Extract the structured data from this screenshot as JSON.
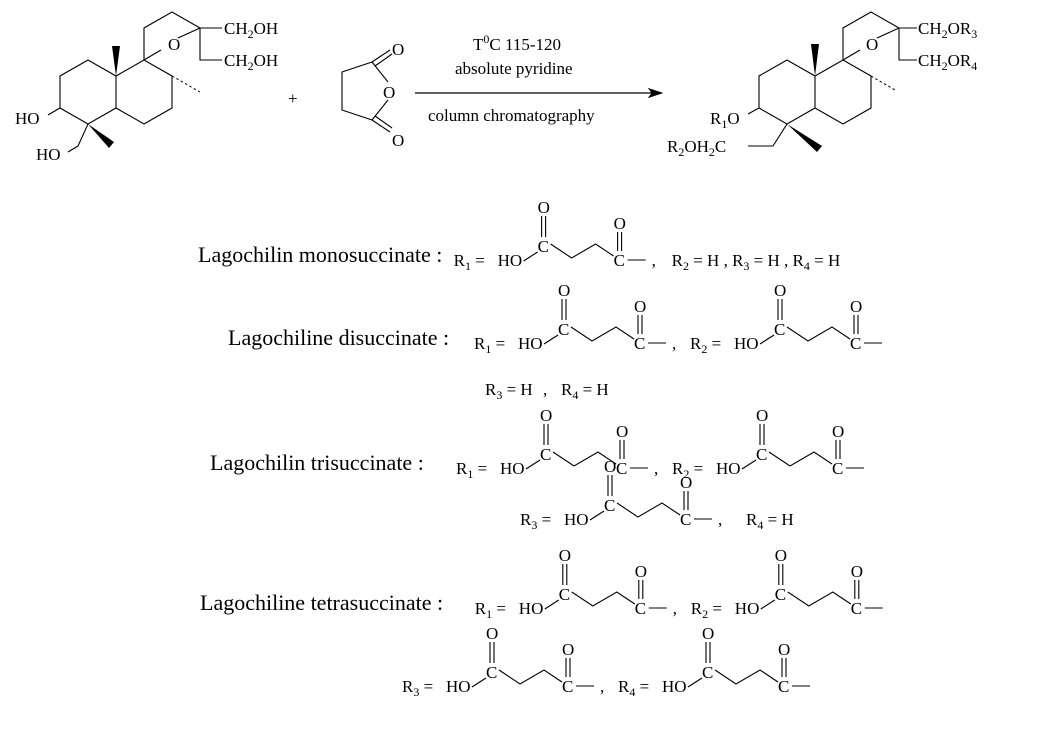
{
  "reaction": {
    "reactant": {
      "name": "lagochilin",
      "labels": {
        "ho_ring": "HO",
        "ho_chain": "HO",
        "ch2oh_top": "CH2OH",
        "ch2oh_bottom": "CH2OH",
        "ring_oxygen": "O"
      }
    },
    "plus": "+",
    "reagent": {
      "name": "succinic anhydride",
      "atoms": [
        "O",
        "O",
        "O"
      ]
    },
    "conditions": {
      "temperature_prefix": "T",
      "temperature_sup": "0",
      "temperature_suffix": "C 115-120",
      "solvent": "absolute pyridine",
      "workup": "column chromatography"
    },
    "product": {
      "labels": {
        "r1o": "R1O",
        "r2oh2c": "R2OH2C",
        "ch2or3": "CH2OR3",
        "ch2or4": "CH2OR4",
        "ring_oxygen": "O"
      }
    }
  },
  "succinyl_group": {
    "ho": "HO",
    "c": "C",
    "o": "O"
  },
  "derivatives": [
    {
      "name": "Lagochilin monosuccinate :",
      "r1": "succinyl",
      "r2": "H",
      "r3": "H",
      "r4": "H",
      "trailing_text": "R2 = H , R3 = H, R4 = H"
    },
    {
      "name": "Lagochiline disuccinate :",
      "r1": "succinyl",
      "r2": "succinyl",
      "r3": "H",
      "r4": "H",
      "trailing_text": "R3 = H ,  R4 = H"
    },
    {
      "name": "Lagochilin trisuccinate :",
      "r1": "succinyl",
      "r2": "succinyl",
      "r3": "succinyl",
      "r4": "H",
      "trailing_text": "R4 = H"
    },
    {
      "name": "Lagochiline tetrasuccinate :",
      "r1": "succinyl",
      "r2": "succinyl",
      "r3": "succinyl",
      "r4": "succinyl"
    }
  ],
  "symbols": {
    "R": "R",
    "eq": "=",
    "comma": ",",
    "H": "H",
    "sub1": "1",
    "sub2": "2",
    "sub3": "3",
    "sub4": "4"
  }
}
